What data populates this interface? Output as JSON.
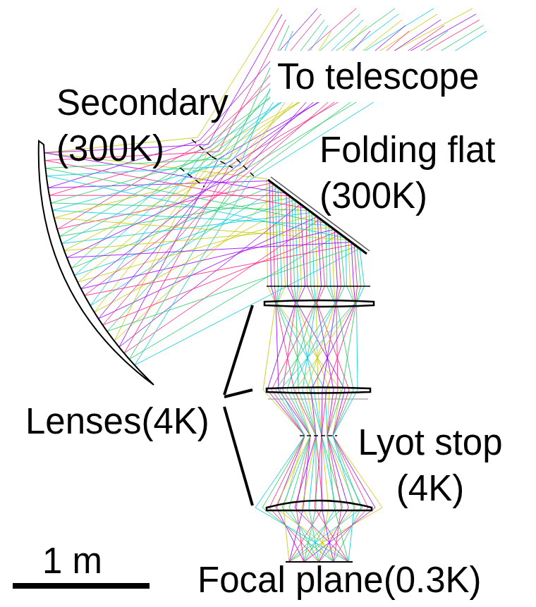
{
  "diagram": {
    "labels": [
      "To telescope",
      "Secondary (300K)",
      "Folding flat (300K)",
      "Lenses(4K)",
      "Lyot stop (4K)",
      "1 m",
      "Focal plane(0.3K)"
    ]
  }
}
